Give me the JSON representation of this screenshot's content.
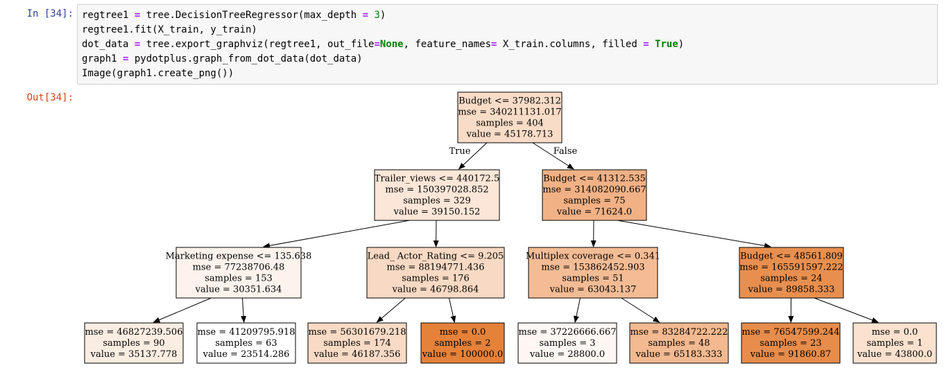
{
  "cell": {
    "in_prompt": "In [34]:",
    "out_prompt": "Out[34]:",
    "code": [
      [
        {
          "t": "regtree1 "
        },
        {
          "t": "=",
          "c": "op"
        },
        {
          "t": " tree.DecisionTreeRegressor(max_depth "
        },
        {
          "t": "=",
          "c": "op"
        },
        {
          "t": " "
        },
        {
          "t": "3",
          "c": "num"
        },
        {
          "t": ")"
        }
      ],
      [
        {
          "t": "regtree1.fit(X_train, y_train)"
        }
      ],
      [
        {
          "t": "dot_data "
        },
        {
          "t": "=",
          "c": "op"
        },
        {
          "t": " tree.export_graphviz(regtree1, out_file"
        },
        {
          "t": "=",
          "c": "op"
        },
        {
          "t": "None",
          "c": "kw"
        },
        {
          "t": ", feature_names"
        },
        {
          "t": "=",
          "c": "op"
        },
        {
          "t": " X_train.columns, filled "
        },
        {
          "t": "=",
          "c": "op"
        },
        {
          "t": " "
        },
        {
          "t": "True",
          "c": "kw"
        },
        {
          "t": ")"
        }
      ],
      [
        {
          "t": "graph1 "
        },
        {
          "t": "=",
          "c": "op"
        },
        {
          "t": " pydotplus.graph_from_dot_data(dot_data)"
        }
      ],
      [
        {
          "t": "Image(graph1.create_png())"
        }
      ]
    ]
  },
  "tree": {
    "edge_labels": {
      "left": "True",
      "right": "False"
    },
    "nodes": [
      {
        "id": "root",
        "lines": [
          "Budget <= 37982.312",
          "mse = 340211131.017",
          "samples = 404",
          "value = 45178.713"
        ],
        "fill": "#f9dcc7"
      },
      {
        "id": "n1",
        "lines": [
          "Trailer_views <= 440172.5",
          "mse = 150397028.852",
          "samples = 329",
          "value = 39150.152"
        ],
        "fill": "#fce6d7"
      },
      {
        "id": "n2",
        "lines": [
          "Budget <= 41312.535",
          "mse = 314082090.667",
          "samples = 75",
          "value = 71624.0"
        ],
        "fill": "#f1b185"
      },
      {
        "id": "n3",
        "lines": [
          "Marketing expense <= 135.638",
          "mse = 77238706.48",
          "samples = 153",
          "value = 30351.634"
        ],
        "fill": "#fdf3ec"
      },
      {
        "id": "n4",
        "lines": [
          "Lead_ Actor_Rating <= 9.205",
          "mse = 88194771.436",
          "samples = 176",
          "value = 46798.864"
        ],
        "fill": "#f8d9c3"
      },
      {
        "id": "n5",
        "lines": [
          "Multiplex coverage <= 0.341",
          "mse = 153862452.903",
          "samples = 51",
          "value = 63043.137"
        ],
        "fill": "#f3bc95"
      },
      {
        "id": "n6",
        "lines": [
          "Budget <= 48561.809",
          "mse = 165591597.222",
          "samples = 24",
          "value = 89858.333"
        ],
        "fill": "#e88f4f"
      },
      {
        "id": "l1",
        "lines": [
          "mse = 46827239.506",
          "samples = 90",
          "value = 35137.778"
        ],
        "fill": "#fcede2"
      },
      {
        "id": "l2",
        "lines": [
          "mse = 41209795.918",
          "samples = 63",
          "value = 23514.286"
        ],
        "fill": "#ffffff"
      },
      {
        "id": "l3",
        "lines": [
          "mse = 56301679.218",
          "samples = 174",
          "value = 46187.356"
        ],
        "fill": "#f8dac5"
      },
      {
        "id": "l4",
        "lines": [
          "mse = 0.0",
          "samples = 2",
          "value = 100000.0"
        ],
        "fill": "#e58139"
      },
      {
        "id": "l5",
        "lines": [
          "mse = 37226666.667",
          "samples = 3",
          "value = 28800.0"
        ],
        "fill": "#fef7f3"
      },
      {
        "id": "l6",
        "lines": [
          "mse = 83284722.222",
          "samples = 48",
          "value = 65183.333"
        ],
        "fill": "#f3b990"
      },
      {
        "id": "l7",
        "lines": [
          "mse = 76547599.244",
          "samples = 23",
          "value = 91860.87"
        ],
        "fill": "#e78c4b"
      },
      {
        "id": "l8",
        "lines": [
          "mse = 0.0",
          "samples = 1",
          "value = 43800.0"
        ],
        "fill": "#fbe1ce"
      }
    ],
    "edges": [
      [
        "root",
        "n1"
      ],
      [
        "root",
        "n2"
      ],
      [
        "n1",
        "n3"
      ],
      [
        "n1",
        "n4"
      ],
      [
        "n2",
        "n5"
      ],
      [
        "n2",
        "n6"
      ],
      [
        "n3",
        "l1"
      ],
      [
        "n3",
        "l2"
      ],
      [
        "n4",
        "l3"
      ],
      [
        "n4",
        "l4"
      ],
      [
        "n5",
        "l5"
      ],
      [
        "n5",
        "l6"
      ],
      [
        "n6",
        "l7"
      ],
      [
        "n6",
        "l8"
      ]
    ]
  }
}
